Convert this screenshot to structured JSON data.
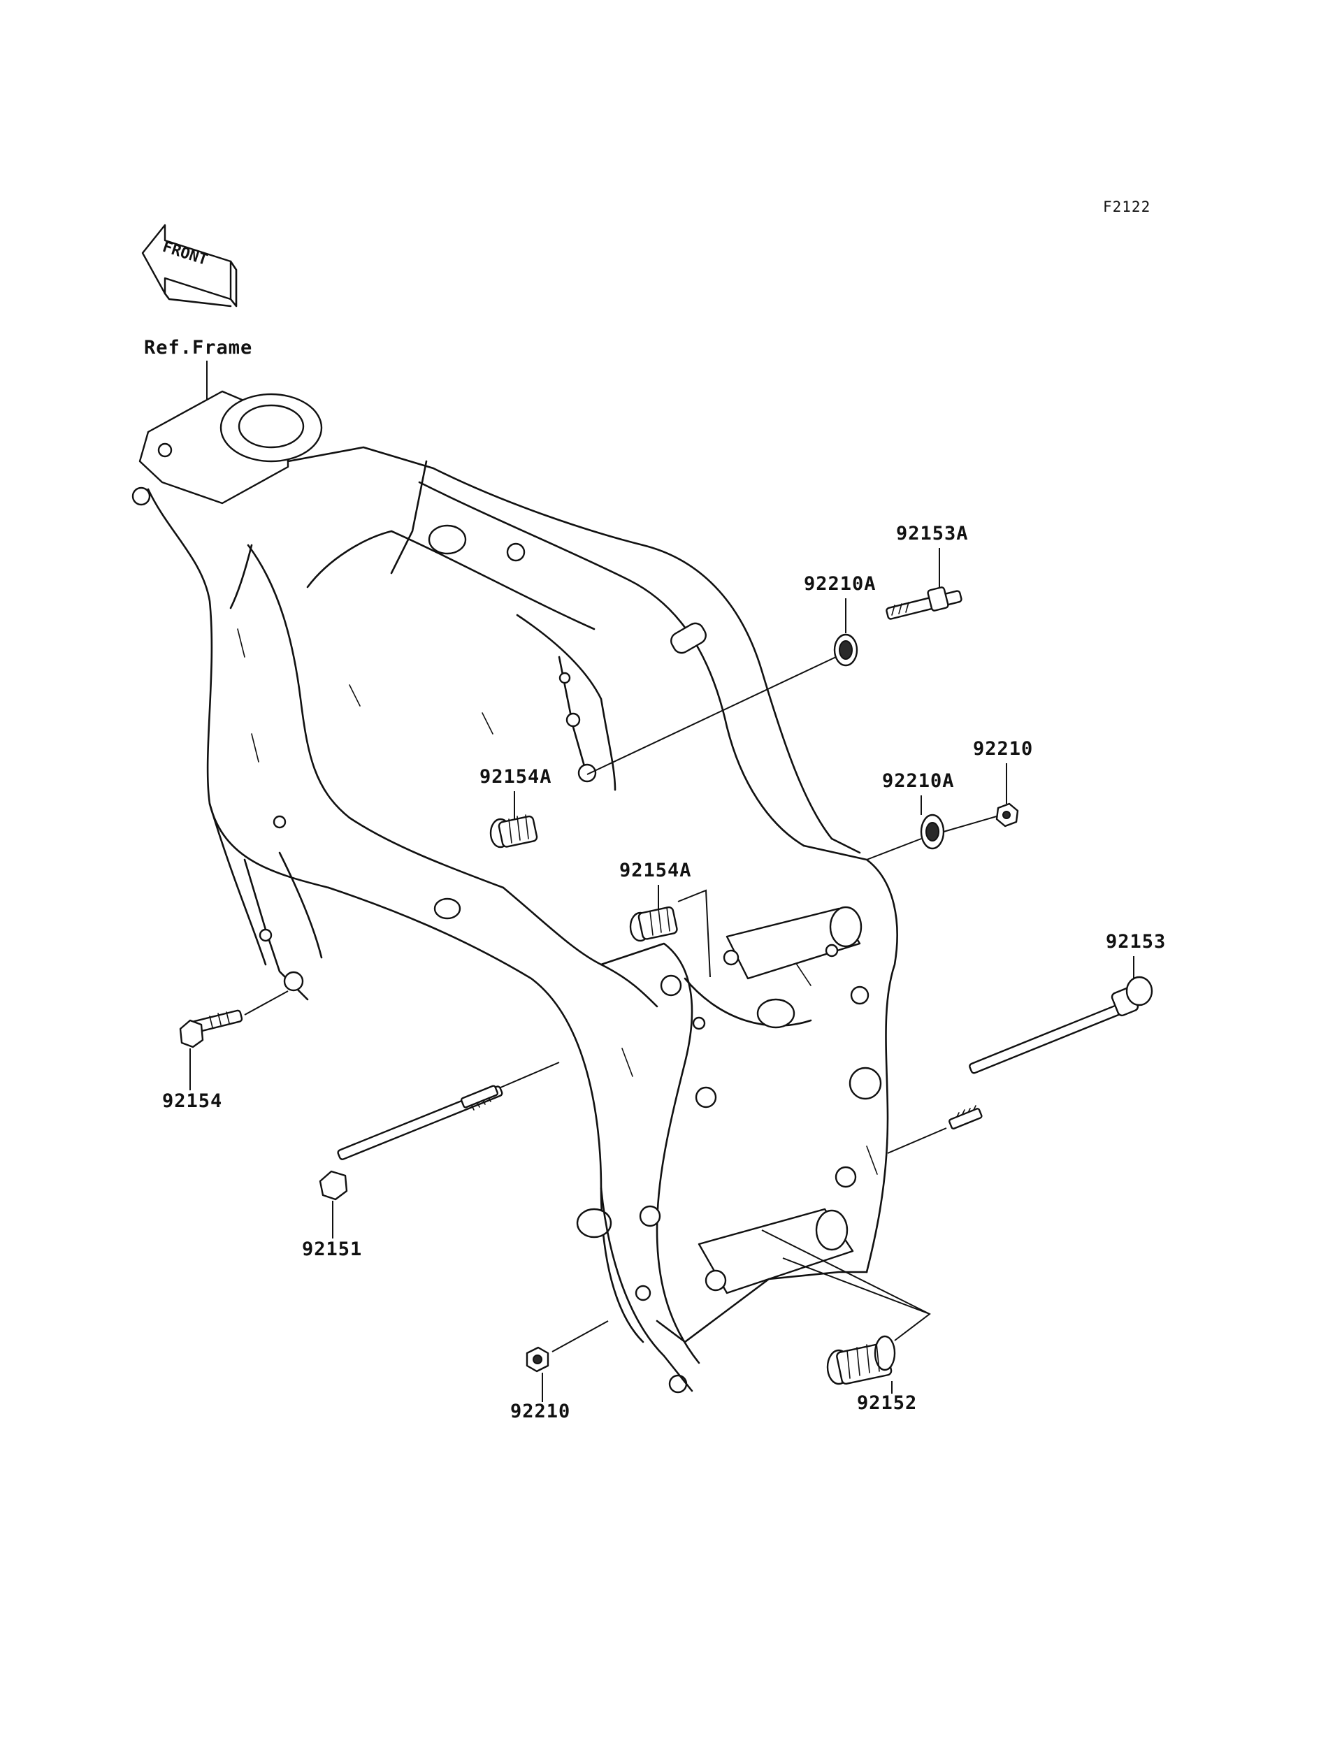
{
  "diagram_code": "F2122",
  "front_label": "FRONT",
  "reference_label": "Ref.Frame",
  "parts": {
    "p92153A": "92153A",
    "p92210A_top": "92210A",
    "p92210_right": "92210",
    "p92210A_mid": "92210A",
    "p92154A_left": "92154A",
    "p92154A_center": "92154A",
    "p92153": "92153",
    "p92154": "92154",
    "p92151": "92151",
    "p92210_bottom": "92210",
    "p92152": "92152"
  }
}
